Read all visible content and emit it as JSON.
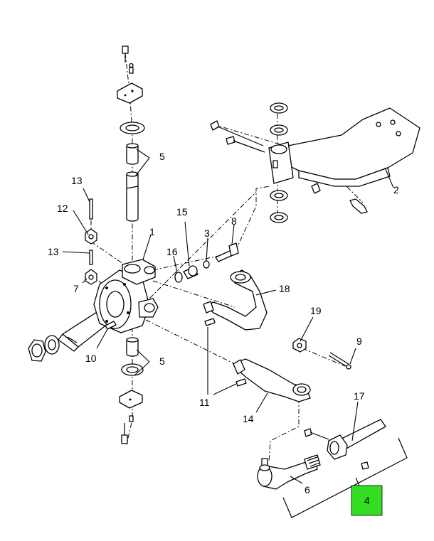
{
  "callouts": {
    "c1": "1",
    "c2": "2",
    "c3": "3",
    "c4": "4",
    "c5_top": "5",
    "c5_bottom": "5",
    "c6": "6",
    "c7": "7",
    "c8": "8",
    "c9": "9",
    "c10": "10",
    "c11": "11",
    "c12": "12",
    "c13_top": "13",
    "c13_mid": "13",
    "c14": "14",
    "c15": "15",
    "c16": "16",
    "c17": "17",
    "c18": "18",
    "c19": "19"
  },
  "colors": {
    "highlight_box": "#33dd22",
    "ink": "#000000",
    "paper": "#ffffff"
  }
}
